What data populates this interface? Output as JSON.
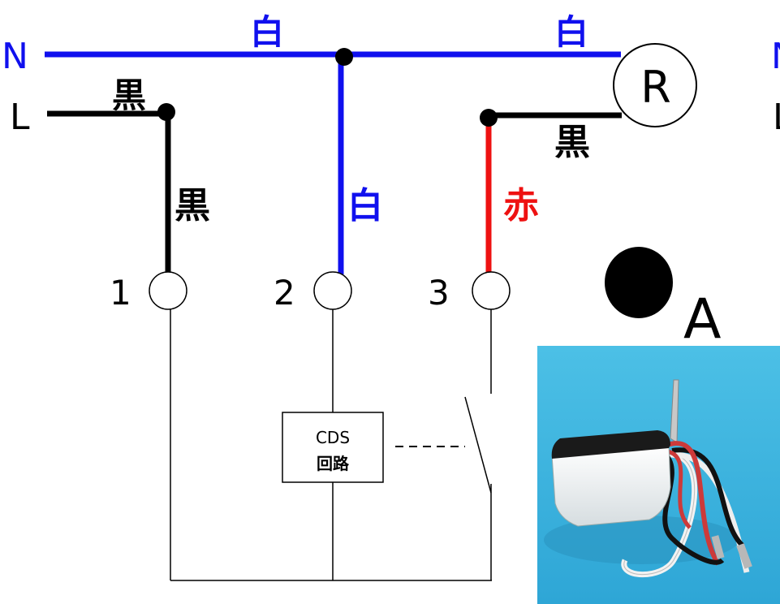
{
  "terminals": {
    "neutral": "N",
    "line": "L",
    "neutral_right": "N",
    "line_right": "L"
  },
  "wire_labels": {
    "white_top_left": "白",
    "white_top_right": "白",
    "black_top": "黒",
    "black_vertical": "黒",
    "white_vertical": "白",
    "red_vertical": "赤",
    "black_lamp": "黒"
  },
  "lamp_label": "R",
  "terminal_numbers": [
    "1",
    "2",
    "3"
  ],
  "cds_box": {
    "line1": "CDS",
    "line2": "回路"
  },
  "marker_label": "A",
  "colors": {
    "white_wire": "#1010ee",
    "black_wire": "#000000",
    "red_wire": "#ee1111",
    "thin_wire": "#000000",
    "photo_bg": "#3bb3dd"
  }
}
